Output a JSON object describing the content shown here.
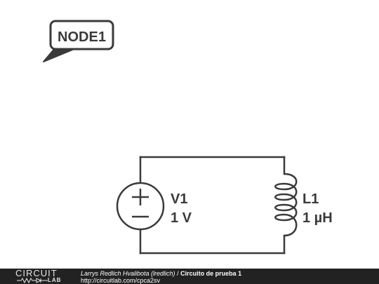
{
  "node_label": "NODE1",
  "source": {
    "name": "V1",
    "value": "1 V",
    "plus": "+",
    "minus": "−"
  },
  "inductor": {
    "name": "L1",
    "value": "1 µH"
  },
  "footer": {
    "logo_top": "CIRCUIT",
    "logo_bottom": "LAB",
    "author": "Larrys Redlich Hvalibota (lredlich)",
    "separator": " / ",
    "title": "Circuito de prueba 1",
    "url": "http://circuitlab.com/cpca2sv"
  },
  "colors": {
    "wire": "#3a3a3a",
    "footer_bg": "#222222",
    "footer_text": "#ffffff"
  }
}
